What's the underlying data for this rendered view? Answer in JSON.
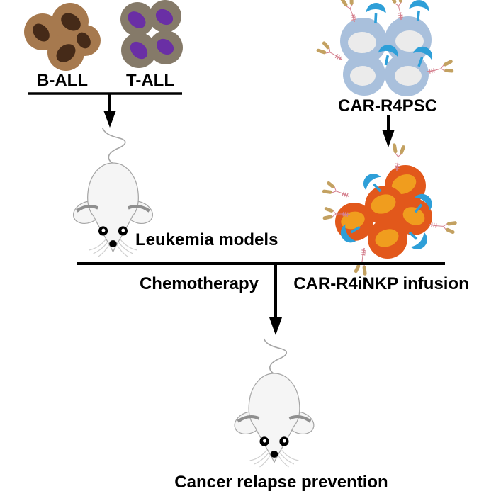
{
  "labels": {
    "b_all": "B-ALL",
    "t_all": "T-ALL",
    "car_r4psc": "CAR-R4PSC",
    "leukemia_models": "Leukemia models",
    "chemotherapy": "Chemotherapy",
    "car_r4inkp_infusion": "CAR-R4iNKP infusion",
    "cancer_relapse_prevention": "Cancer relapse prevention"
  },
  "colors": {
    "background": "#FFFFFF",
    "arrow": "#000000",
    "ball_cell": "#A6794E",
    "ball_nucleus": "#452A18",
    "tall_cell": "#857A69",
    "tall_nucleus": "#6A2FA5",
    "psc_cell": "#A9C0DC",
    "psc_cell_hole": "#EBEBEB",
    "nkp_cell": "#E2581B",
    "nkp_nucleus": "#F09D1E",
    "receptor_crescent": "#2E9FD8",
    "antibody_rod": "#C3A161",
    "antibody_linker": "#D5818F",
    "mouse_body": "#F5F5F5",
    "mouse_outline": "#A5A5A5",
    "mouse_ear_inner": "#8F8F8F",
    "mouse_whisker": "#CFCFCF"
  }
}
